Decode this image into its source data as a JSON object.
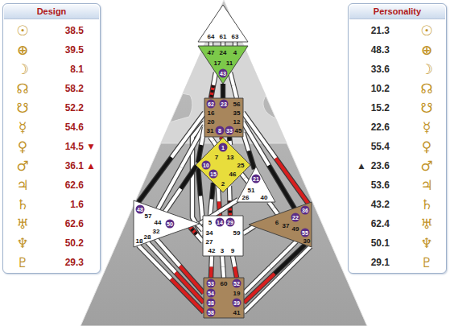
{
  "diagram": {
    "nodes": [
      {
        "text": [
          "Design"
        ]
      },
      {
        "text": [
          "Personality"
        ]
      },
      {
        "text": [
          "64",
          "61",
          "63"
        ]
      },
      {
        "text": [
          "47",
          "24",
          "4",
          "17",
          "11",
          "43"
        ]
      },
      {
        "text": [
          "62",
          "23",
          "56",
          "16",
          "35",
          "20",
          "12",
          "31",
          "8",
          "33",
          "45"
        ]
      },
      {
        "text": [
          "1",
          "7",
          "13",
          "10",
          "25",
          "15",
          "46",
          "2"
        ]
      },
      {
        "text": [
          "21",
          "51",
          "26",
          "40"
        ]
      },
      {
        "text": [
          "48",
          "57",
          "44",
          "50",
          "32",
          "28",
          "18"
        ]
      },
      {
        "text": [
          "36",
          "22",
          "6",
          "37",
          "49",
          "55",
          "30"
        ]
      },
      {
        "text": [
          "5",
          "14",
          "29",
          "34",
          "59",
          "27",
          "42",
          "3",
          "9"
        ]
      },
      {
        "text": [
          "53",
          "60",
          "52",
          "54",
          "19",
          "38",
          "39",
          "58",
          "41"
        ]
      }
    ],
    "edges": [
      {
        "from": 2,
        "to": 3,
        "arrow": "none"
      },
      {
        "from": 2,
        "to": 3,
        "arrow": "none"
      },
      {
        "from": 2,
        "to": 3,
        "arrow": "none"
      },
      {
        "from": 3,
        "to": 4,
        "arrow": "none"
      },
      {
        "from": 3,
        "to": 4,
        "arrow": "none"
      },
      {
        "from": 3,
        "to": 4,
        "arrow": "none"
      },
      {
        "from": 4,
        "to": 5,
        "arrow": "none"
      },
      {
        "from": 4,
        "to": 5,
        "arrow": "none"
      },
      {
        "from": 4,
        "to": 5,
        "arrow": "none"
      },
      {
        "from": 4,
        "to": 6,
        "arrow": "none"
      },
      {
        "from": 4,
        "to": 9,
        "arrow": "none"
      },
      {
        "from": 4,
        "to": 7,
        "arrow": "none"
      },
      {
        "from": 4,
        "to": 7,
        "arrow": "none"
      },
      {
        "from": 5,
        "to": 4,
        "arrow": "none"
      },
      {
        "from": 5,
        "to": 9,
        "arrow": "none"
      },
      {
        "from": 5,
        "to": 7,
        "arrow": "none"
      },
      {
        "from": 5,
        "to": 9,
        "arrow": "none"
      },
      {
        "from": 5,
        "to": 9,
        "arrow": "none"
      },
      {
        "from": 5,
        "to": 9,
        "arrow": "none"
      },
      {
        "from": 5,
        "to": 6,
        "arrow": "none"
      },
      {
        "from": 6,
        "to": 7,
        "arrow": "none"
      },
      {
        "from": 6,
        "to": 8,
        "arrow": "none"
      },
      {
        "from": 4,
        "to": 8,
        "arrow": "none"
      },
      {
        "from": 4,
        "to": 8,
        "arrow": "none"
      },
      {
        "from": 9,
        "to": 7,
        "arrow": "none"
      },
      {
        "from": 9,
        "to": 7,
        "arrow": "none"
      },
      {
        "from": 9,
        "to": 8,
        "arrow": "none"
      },
      {
        "from": 9,
        "to": 10,
        "arrow": "none"
      },
      {
        "from": 9,
        "to": 10,
        "arrow": "none"
      },
      {
        "from": 9,
        "to": 10,
        "arrow": "none"
      },
      {
        "from": 7,
        "to": 10,
        "arrow": "none"
      },
      {
        "from": 7,
        "to": 10,
        "arrow": "none"
      },
      {
        "from": 7,
        "to": 10,
        "arrow": "none"
      },
      {
        "from": 8,
        "to": 10,
        "arrow": "none"
      },
      {
        "from": 8,
        "to": 10,
        "arrow": "none"
      },
      {
        "from": 8,
        "to": 10,
        "arrow": "none"
      }
    ],
    "labels": [
      "☉",
      "38.5",
      "⊕",
      "39.5",
      "☽",
      "8.1",
      "☊",
      "58.2",
      "☋",
      "52.2",
      "☿",
      "54.6",
      "♀",
      "14.5",
      "▼",
      "♂",
      "36.1",
      "▲",
      "♃",
      "62.6",
      "♄",
      "1.6",
      "♅",
      "62.6",
      "♆",
      "50.2",
      "♇",
      "29.3",
      "21.3",
      "☉",
      "48.3",
      "⊕",
      "33.6",
      "☽",
      "10.2",
      "☊",
      "15.2",
      "☋",
      "22.6",
      "☿",
      "55.4",
      "♀",
      "▲",
      "23.6",
      "♂",
      "53.6",
      "♃",
      "43.2",
      "♄",
      "62.4",
      "♅",
      "50.1",
      "♆",
      "29.1",
      "♇"
    ]
  }
}
